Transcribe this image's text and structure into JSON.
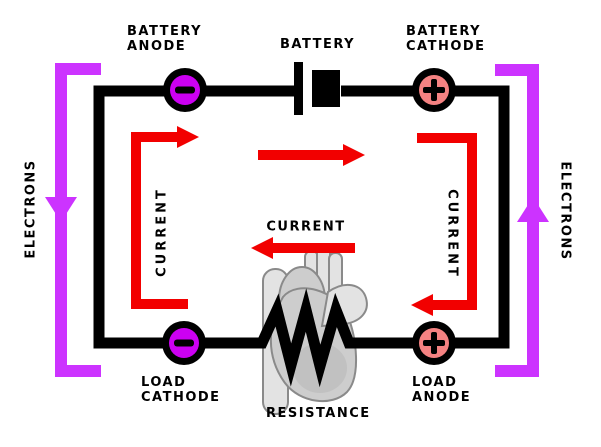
{
  "diagram": {
    "type": "dc-circuit-diagram",
    "labels": {
      "battery_anode": {
        "line1": "BATTERY",
        "line2": "ANODE"
      },
      "battery": "BATTERY",
      "battery_cathode": {
        "line1": "BATTERY",
        "line2": "CATHODE"
      },
      "load_cathode": {
        "line1": "LOAD",
        "line2": "CATHODE"
      },
      "load_anode": {
        "line1": "LOAD",
        "line2": "ANODE"
      },
      "resistance": "RESISTANCE",
      "electrons_left": "ELECTRONS",
      "electrons_right": "ELECTRONS",
      "current_left": "CURRENT",
      "current_center": "CURRENT",
      "current_right": "CURRENT"
    },
    "icons": {
      "battery_anode_sign": "minus",
      "battery_cathode_sign": "plus",
      "load_cathode_sign": "minus",
      "load_anode_sign": "plus",
      "electron_flow_left": "arrow-down",
      "electron_flow_right": "arrow-up",
      "current_flow_loop": "clockwise-arrows",
      "load_symbol": "resistor-zigzag-over-heart"
    },
    "colors": {
      "wire": "#000000",
      "current": "#f20000",
      "electron": "#cc33ff",
      "negative_terminal_fill": "#cc00f2",
      "positive_terminal_fill": "#f58282",
      "sign": "#000000",
      "heart_light": "#e3e3e3",
      "heart_mid": "#cdcdcd",
      "heart_dark": "#bcbcbc",
      "heart_outline": "#8a8a8a"
    }
  }
}
